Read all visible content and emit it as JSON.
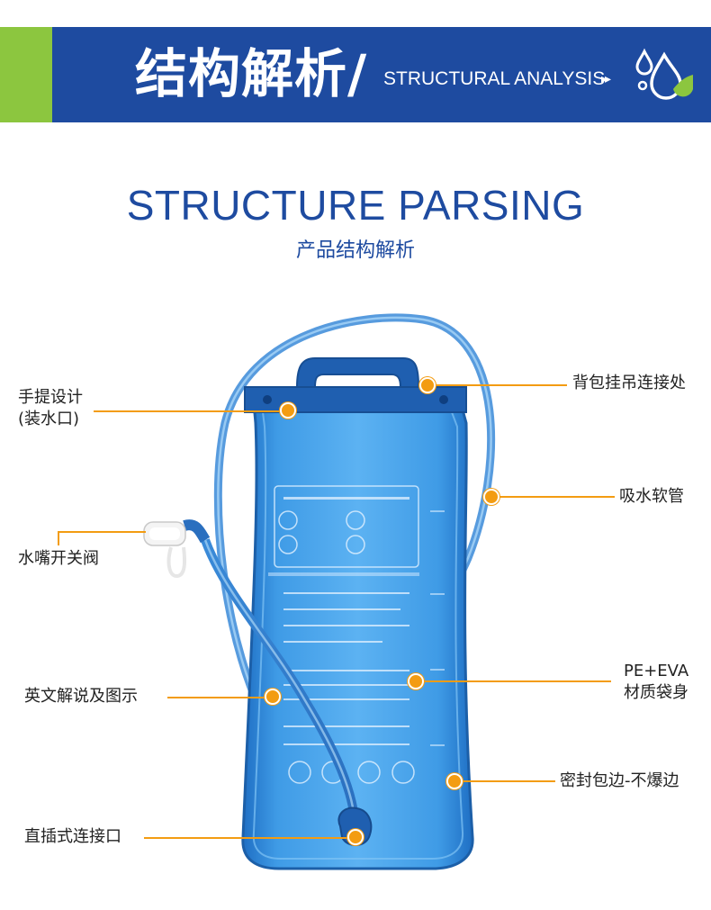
{
  "header": {
    "title": "结构解析/",
    "subtitle": "STRUCTURAL ANALYSIS",
    "arrows": "▸▸",
    "icon": "water-drops-icon",
    "colors": {
      "banner": "#1e4ba0",
      "accent_tab": "#8cc63f"
    }
  },
  "section": {
    "title": "STRUCTURE PARSING",
    "subtitle": "产品结构解析"
  },
  "callouts": {
    "handle": {
      "line1": "手提设计",
      "line2": "(装水口)"
    },
    "hanging_point": "背包挂吊连接处",
    "tube": "吸水软管",
    "valve": "水嘴开关阀",
    "material": {
      "line1": "PE+EVA",
      "line2": "材质袋身"
    },
    "instructions": "英文解说及图示",
    "sealed_edge": "密封包边-不爆边",
    "connector": "直插式连接口"
  },
  "product": {
    "name": "hydration-bladder",
    "color": "#2f86d6",
    "leader_color": "#f39c12"
  }
}
